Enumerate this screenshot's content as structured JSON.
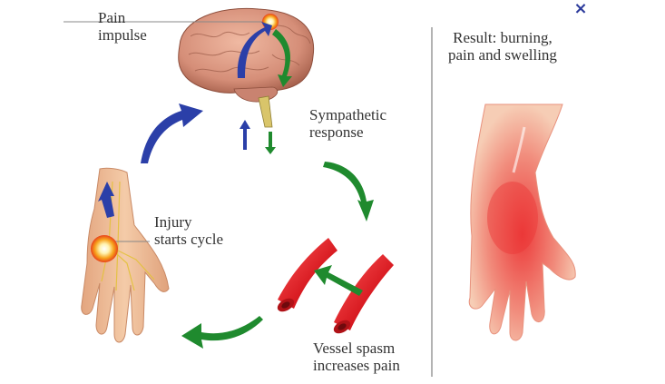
{
  "figure": {
    "title": "Pain cycle diagram",
    "labels": {
      "pain_impulse": [
        "Pain",
        "impulse"
      ],
      "sympathetic_response": [
        "Sympathetic",
        "response"
      ],
      "injury": [
        "Injury",
        "starts cycle"
      ],
      "vessel_spasm": [
        "Vessel spasm",
        "increases pain"
      ],
      "result": [
        "Result: burning,",
        "pain and swelling"
      ]
    },
    "close_icon": "×"
  },
  "colors": {
    "afferent_arrow": "#2b3fa8",
    "efferent_arrow": "#1f8a2e",
    "vessel": "#d71920",
    "injury_glow": "#f47a20",
    "skin": "#eab58f",
    "brain": "#d58e78",
    "divider": "#9a9a9a",
    "text": "#333333"
  }
}
